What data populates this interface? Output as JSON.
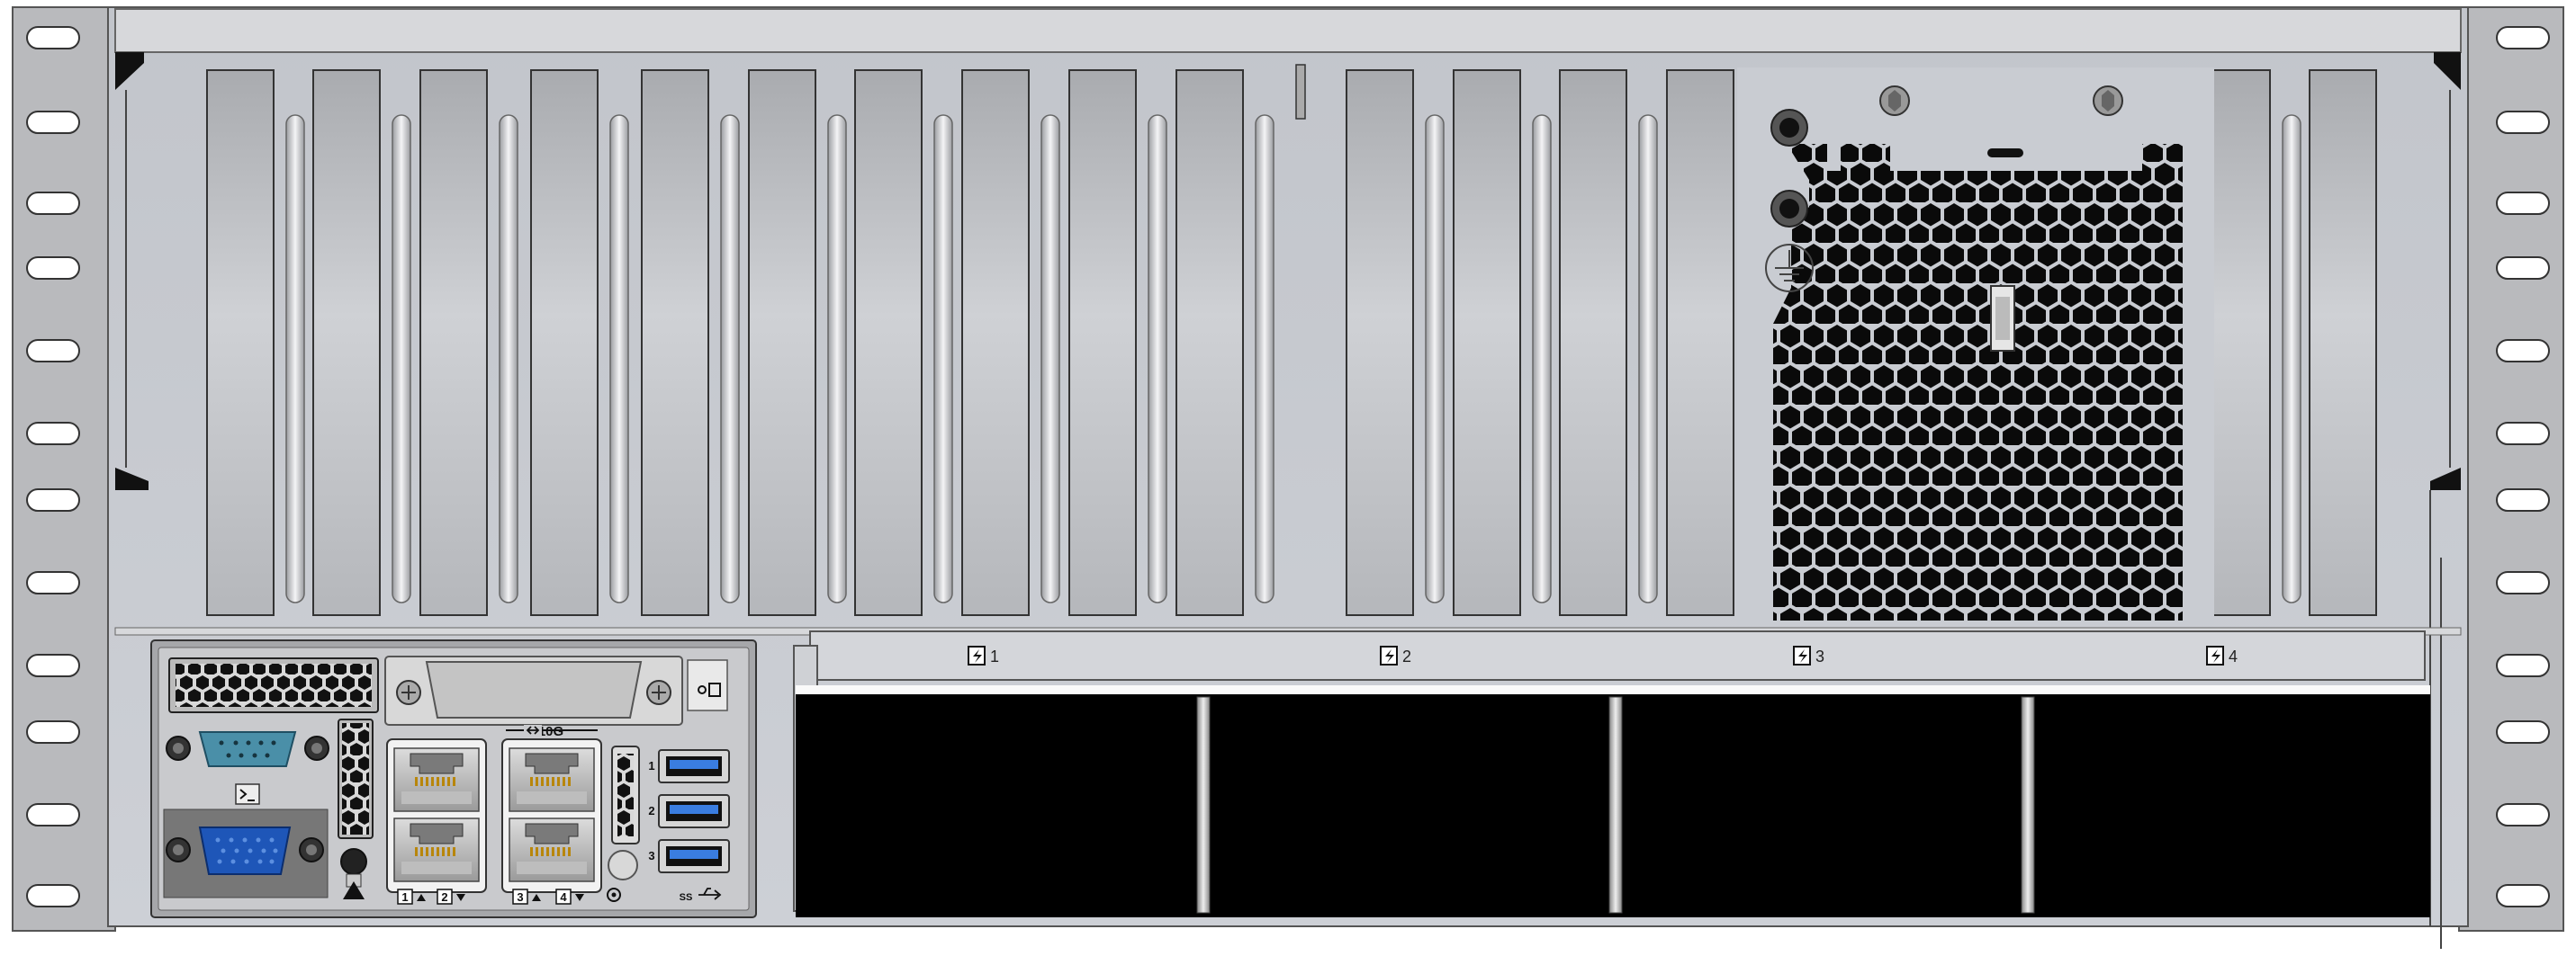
{
  "server": {
    "pcie_slot_count": 14,
    "network": {
      "speed_label": "10G",
      "port_numbers": [
        "1",
        "2",
        "3",
        "4"
      ]
    },
    "usb_ports": [
      "1",
      "2",
      "3"
    ],
    "usb_superspeed_label": "SS",
    "power_supplies": [
      {
        "number": "1"
      },
      {
        "number": "2"
      },
      {
        "number": "3"
      },
      {
        "number": "4"
      }
    ],
    "colors": {
      "chassis": "#c9ccd2",
      "rack_ear": "#b9babd",
      "slot_cover": "#bfc1c6",
      "psu_bay": "#000000",
      "serial_port": "#4a8fa8",
      "vga_port": "#1e56b8",
      "usb_blue": "#3a7de0"
    }
  }
}
